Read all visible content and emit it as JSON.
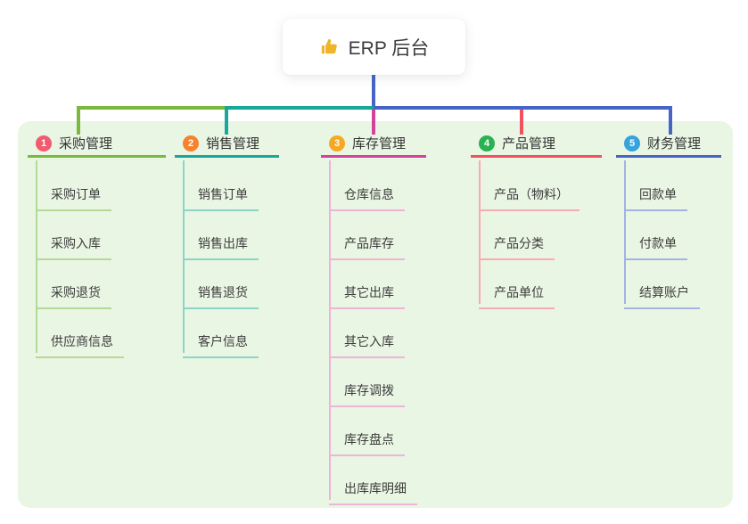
{
  "root": {
    "label": "ERP 后台",
    "icon": "thumbs-up"
  },
  "branches": [
    {
      "index": "1",
      "title": "采购管理",
      "children": [
        "采购订单",
        "采购入库",
        "采购退货",
        "供应商信息"
      ]
    },
    {
      "index": "2",
      "title": "销售管理",
      "children": [
        "销售订单",
        "销售出库",
        "销售退货",
        "客户信息"
      ]
    },
    {
      "index": "3",
      "title": "库存管理",
      "children": [
        "仓库信息",
        "产品库存",
        "其它出库",
        "其它入库",
        "库存调拨",
        "库存盘点",
        "出库库明细"
      ]
    },
    {
      "index": "4",
      "title": "产品管理",
      "children": [
        "产品（物料）",
        "产品分类",
        "产品单位"
      ]
    },
    {
      "index": "5",
      "title": "财务管理",
      "children": [
        "回款单",
        "付款单",
        "结算账户"
      ]
    }
  ],
  "colors": {
    "branch1": {
      "main": "#7ab83e",
      "light": "#b5d996",
      "badge": "#f25a70"
    },
    "branch2": {
      "main": "#17a79b",
      "light": "#8dd4c8",
      "badge": "#f5822e"
    },
    "branch3": {
      "main": "#d6419c",
      "light": "#eeb3d6",
      "badge": "#f7a822"
    },
    "bran4_note": null,
    "branch4": {
      "main": "#f4515f",
      "light": "#f8abb0",
      "badge": "#29b152"
    },
    "branch5": {
      "main": "#4765c6",
      "light": "#a2b3e3",
      "badge": "#36a3dc"
    },
    "root_stem": "#4765c6",
    "panel_bg": "#eaf6e4",
    "icon": "#f0b429"
  }
}
